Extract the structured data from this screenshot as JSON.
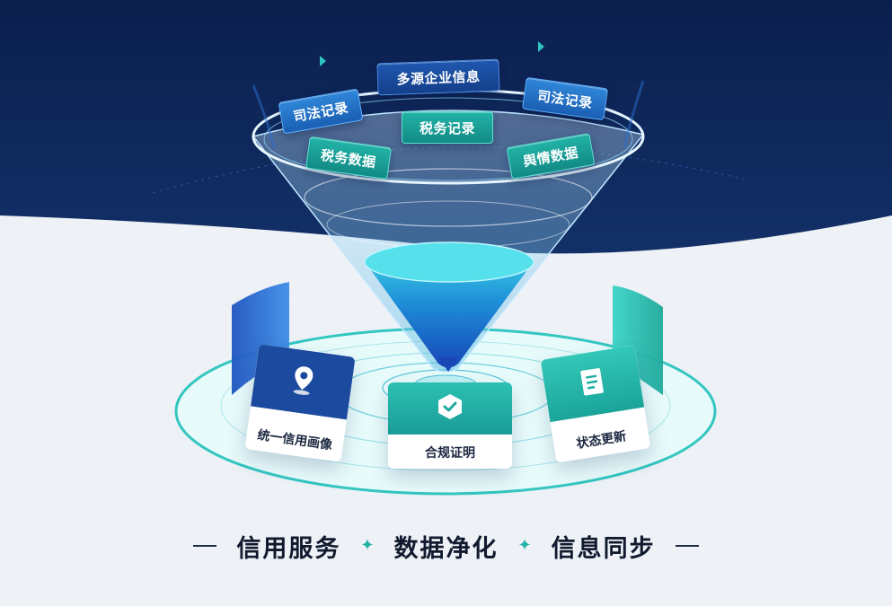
{
  "source_tags": [
    {
      "label": "多源企业信息",
      "style": "navy"
    },
    {
      "label": "司法记录",
      "style": "blue"
    },
    {
      "label": "司法记录",
      "style": "blue"
    },
    {
      "label": "税务记录",
      "style": "teal"
    },
    {
      "label": "税务数据",
      "style": "teal"
    },
    {
      "label": "舆情数据",
      "style": "teal"
    }
  ],
  "output_cards": [
    {
      "label": "统一信用画像",
      "icon": "location-person-icon",
      "color": "#1c4a9e"
    },
    {
      "label": "合规证明",
      "icon": "check-shield-icon",
      "color": "#1fa99f"
    },
    {
      "label": "状态更新",
      "icon": "document-icon",
      "color": "#1fb0a3"
    }
  ],
  "caption": {
    "items": [
      "信用服务",
      "数据净化",
      "信息同步"
    ]
  },
  "colors": {
    "navy_background": "#0e2456",
    "accent_teal": "#23b2a6",
    "accent_blue": "#1a5fb4"
  }
}
